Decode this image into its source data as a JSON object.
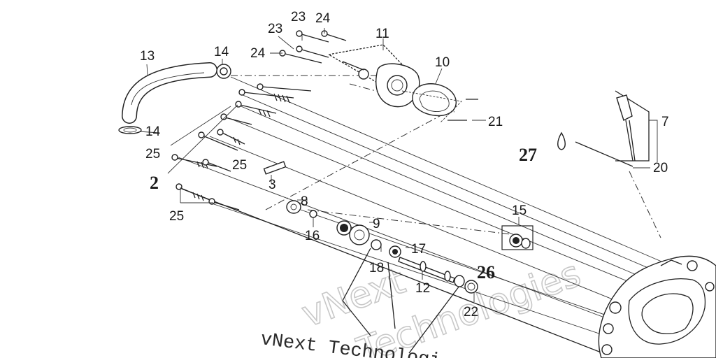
{
  "diagram": {
    "callouts": {
      "c2": "2",
      "c3": "3",
      "c7": "7",
      "c8": "8",
      "c9": "9",
      "c10": "10",
      "c11": "11",
      "c12": "12",
      "c13": "13",
      "c14a": "14",
      "c14b": "14",
      "c15": "15",
      "c16": "16",
      "c17": "17",
      "c18": "18",
      "c20": "20",
      "c21": "21",
      "c22": "22",
      "c23a": "23",
      "c23b": "23",
      "c24a": "24",
      "c24b": "24",
      "c25a": "25",
      "c25b": "25",
      "c25c": "25",
      "c26": "26",
      "c27": "27"
    },
    "watermark": {
      "line1": "vNext",
      "line2": "Technologies",
      "caption": "vNext Technologi"
    }
  }
}
